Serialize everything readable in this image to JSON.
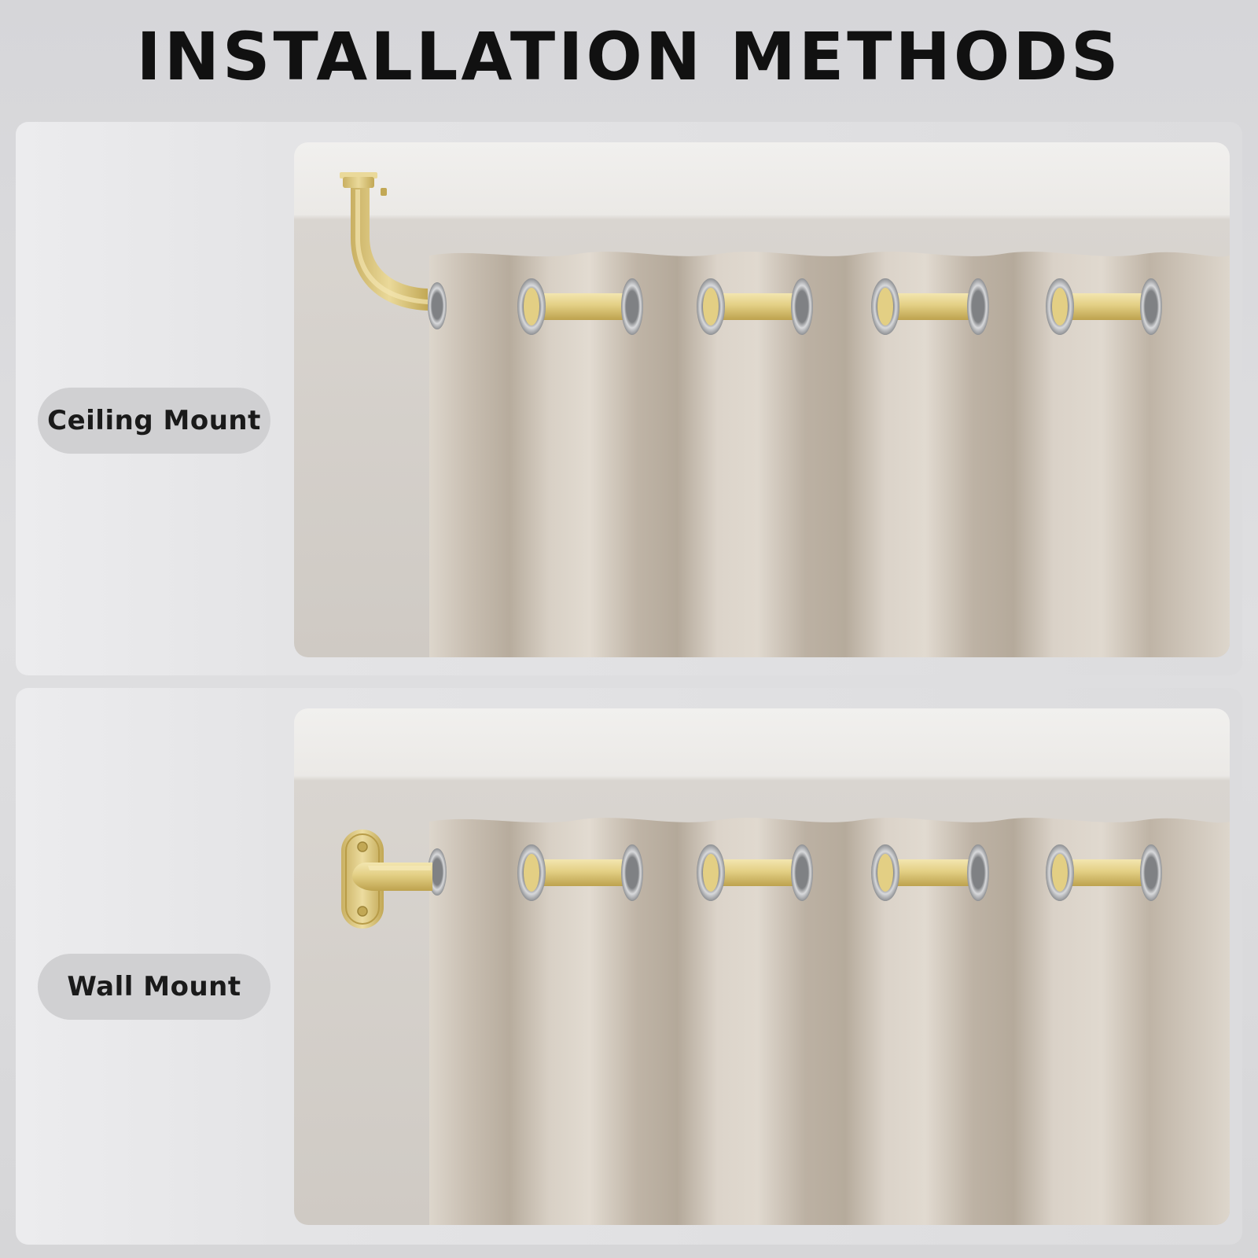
{
  "header": {
    "title": "INSTALLATION METHODS"
  },
  "methods": [
    {
      "label": "Ceiling Mount",
      "bracket_icon": "ceiling-bracket-icon"
    },
    {
      "label": "Wall Mount",
      "bracket_icon": "wall-bracket-icon"
    }
  ],
  "colors": {
    "gold": "#e3cf84",
    "gold_dark": "#bda24e",
    "curtain": "#d2c9bd",
    "curtain_shadow": "#b9ae9f",
    "grommet": "#9ea0a3",
    "wall": "#e8e6e3"
  }
}
